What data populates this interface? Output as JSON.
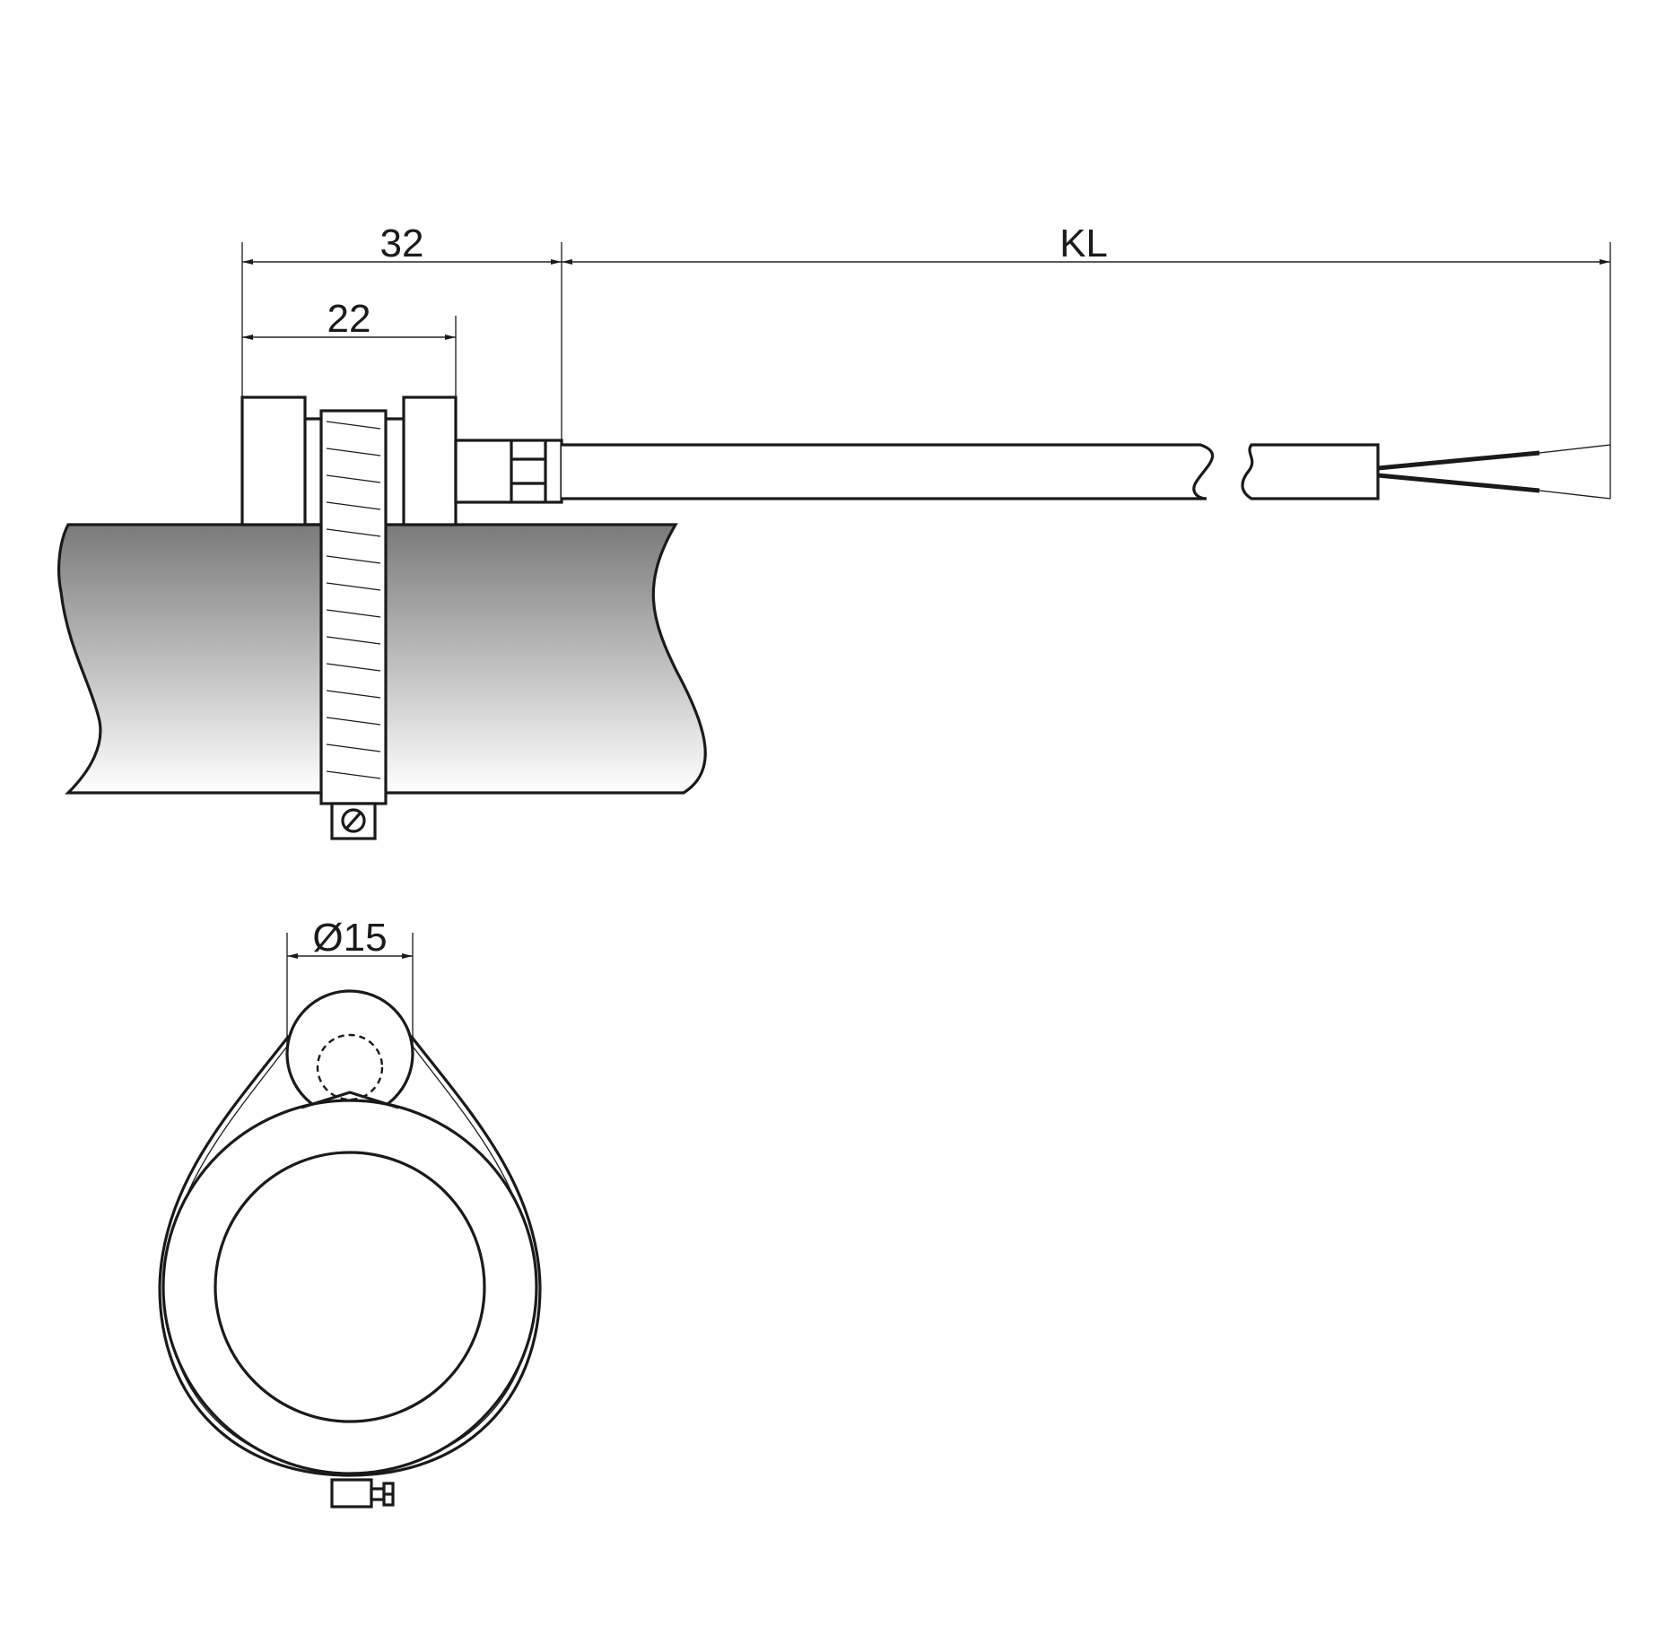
{
  "dimensions": {
    "width_32": "32",
    "width_22": "22",
    "cable_length": "KL",
    "diameter": "Ø15"
  },
  "colors": {
    "line": "#1a1a1a",
    "pipe_gradient_top": "#7a7a7a",
    "pipe_gradient_bottom": "#ffffff",
    "background": "#ffffff"
  }
}
